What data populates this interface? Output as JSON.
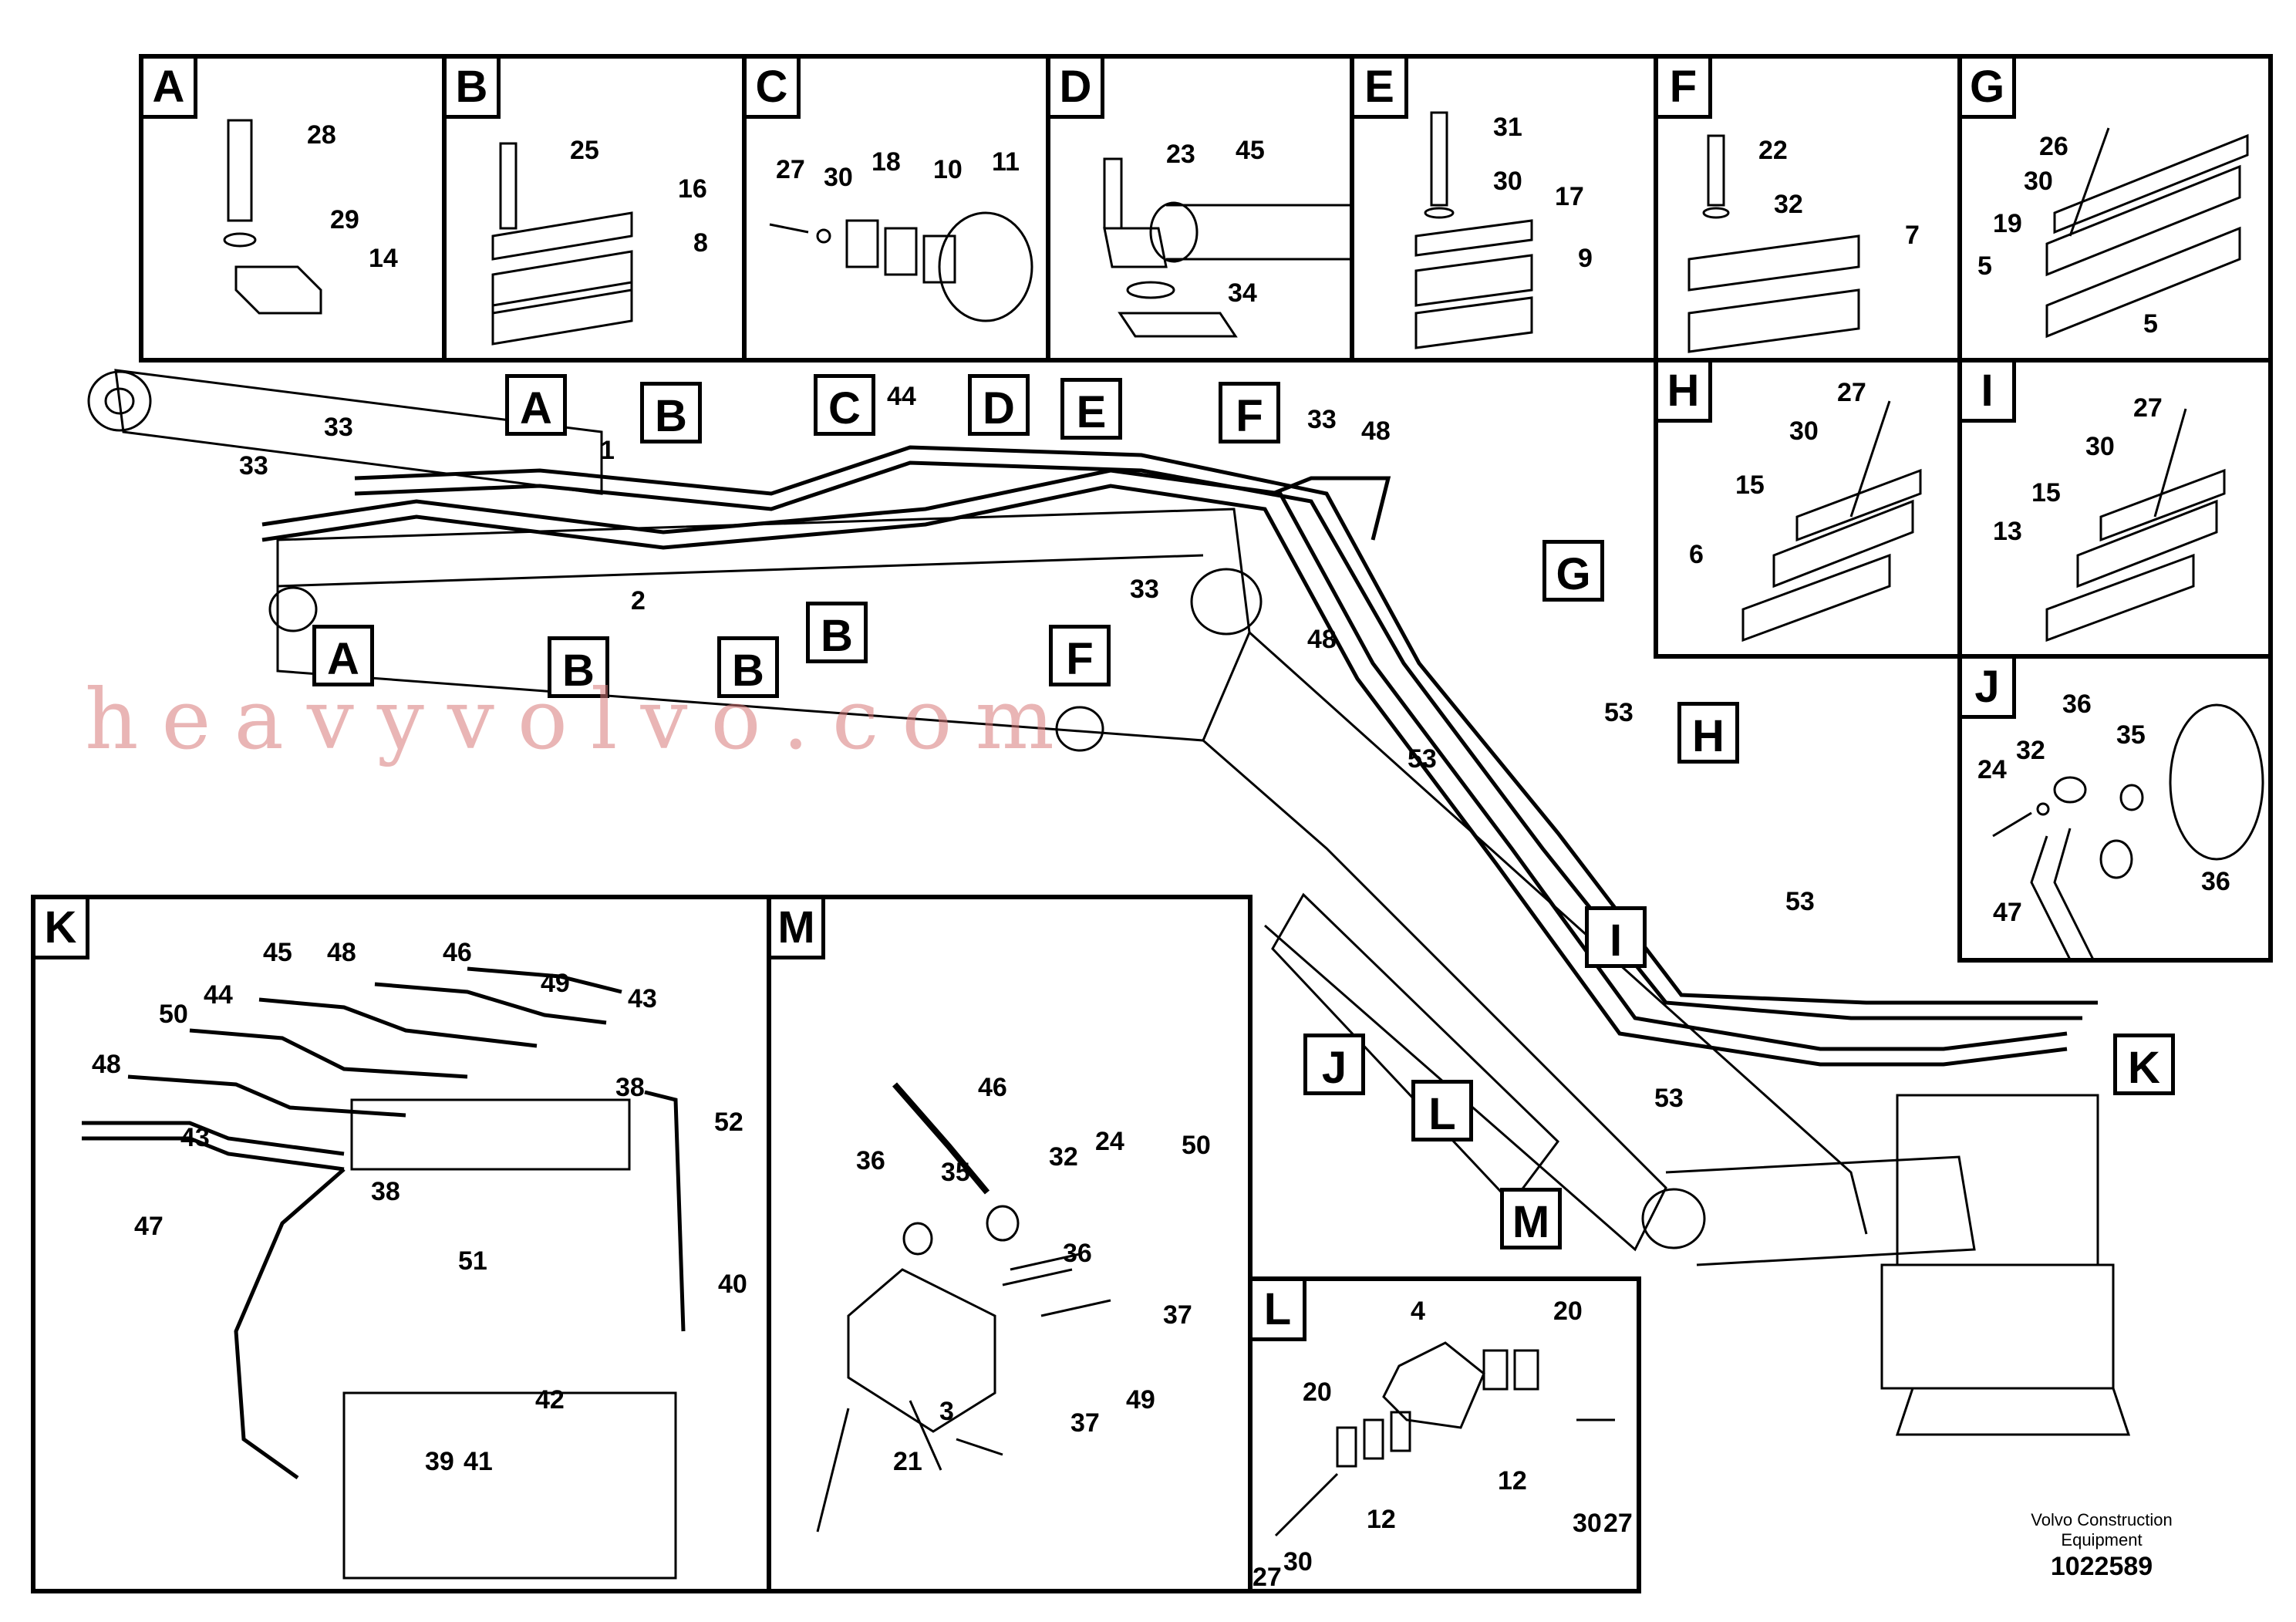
{
  "detail_views": [
    {
      "key": "A",
      "numbers": [
        "28",
        "29",
        "14"
      ]
    },
    {
      "key": "B",
      "numbers": [
        "25",
        "16",
        "8"
      ]
    },
    {
      "key": "C",
      "numbers": [
        "27",
        "30",
        "18",
        "10",
        "11"
      ]
    },
    {
      "key": "D",
      "numbers": [
        "23",
        "45",
        "34"
      ]
    },
    {
      "key": "E",
      "numbers": [
        "31",
        "30",
        "17",
        "9"
      ]
    },
    {
      "key": "F",
      "numbers": [
        "22",
        "32",
        "7"
      ]
    },
    {
      "key": "G",
      "numbers": [
        "26",
        "30",
        "19",
        "5",
        "5"
      ]
    },
    {
      "key": "H",
      "numbers": [
        "27",
        "30",
        "15",
        "6"
      ]
    },
    {
      "key": "I",
      "numbers": [
        "27",
        "30",
        "15",
        "13"
      ]
    },
    {
      "key": "J",
      "numbers": [
        "36",
        "24",
        "32",
        "35",
        "36",
        "47"
      ]
    },
    {
      "key": "K",
      "numbers": [
        "45",
        "48",
        "46",
        "49",
        "43",
        "50",
        "44",
        "48",
        "43",
        "38",
        "38",
        "52",
        "47",
        "51",
        "40",
        "42",
        "39",
        "41"
      ]
    },
    {
      "key": "M",
      "numbers": [
        "46",
        "36",
        "35",
        "32",
        "24",
        "50",
        "36",
        "37",
        "3",
        "37",
        "49",
        "21"
      ]
    },
    {
      "key": "L",
      "numbers": [
        "4",
        "20",
        "20",
        "12",
        "12",
        "30",
        "27",
        "27",
        "30"
      ]
    }
  ],
  "main_callouts": [
    "A",
    "B",
    "C",
    "D",
    "E",
    "F",
    "G",
    "H",
    "I",
    "J",
    "K",
    "L",
    "M",
    "A",
    "B",
    "B",
    "B",
    "F"
  ],
  "main_numbers": [
    "33",
    "33",
    "1",
    "2",
    "44",
    "33",
    "48",
    "33",
    "48",
    "53",
    "53",
    "53",
    "53"
  ],
  "watermark": "heavyvolvo.com",
  "footer": {
    "brand_line1": "Volvo Construction",
    "brand_line2": "Equipment",
    "doc_number": "1022589"
  }
}
